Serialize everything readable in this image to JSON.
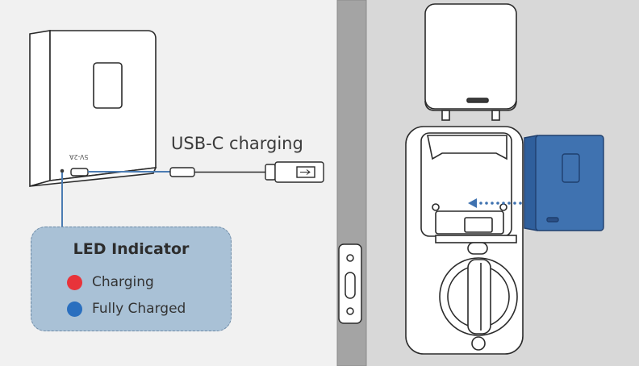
{
  "cable": {
    "label": "USB-C charging"
  },
  "battery": {
    "port_mark": "5V-2A"
  },
  "led_indicator": {
    "title": "LED Indicator",
    "states": [
      {
        "label": "Charging",
        "color": "#e8333a"
      },
      {
        "label": "Fully Charged",
        "color": "#2a6fbf"
      }
    ]
  },
  "colors": {
    "left_background": "#f1f1f1",
    "door_background": "#d8d8d8",
    "door_frame": "#a4a4a4",
    "battery_blue": "#3f72b0",
    "led_panel": "#a9c1d6",
    "line_blue": "#4b7cb3"
  }
}
